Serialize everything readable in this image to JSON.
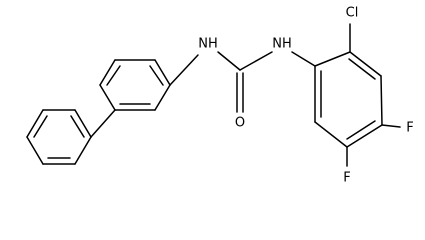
{
  "molecule": {
    "atoms": {
      "nh_left": "NH",
      "nh_right": "NH",
      "oxygen": "O",
      "chlorine": "Cl",
      "fluorine_top": "F",
      "fluorine_bottom": "F"
    }
  }
}
